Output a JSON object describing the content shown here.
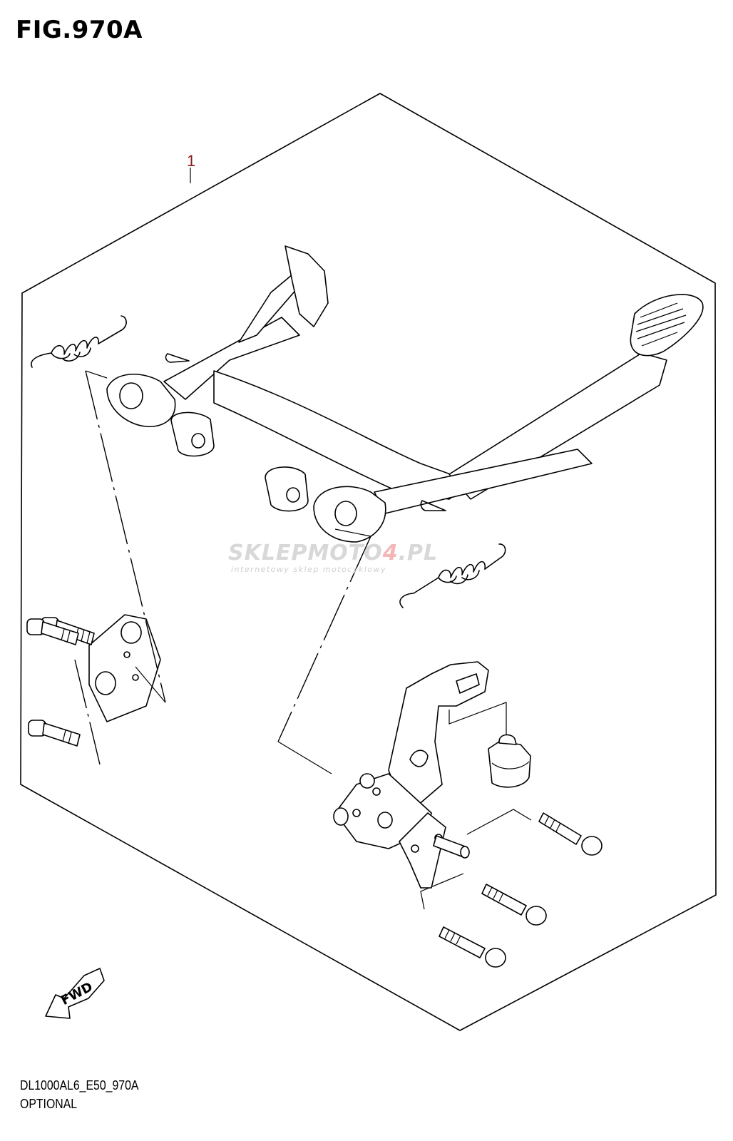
{
  "figure": {
    "title": "FIG.970A"
  },
  "callouts": [
    {
      "label": "1"
    }
  ],
  "watermark": {
    "brand_main": "SKLEPMOTO",
    "brand_accent": "4",
    "brand_suffix": ".PL",
    "tagline": "internetowy sklep motocyklowy"
  },
  "direction_marker": {
    "label": "FWD"
  },
  "footer": {
    "model_code": "DL1000AL6_E50_970A",
    "category": "OPTIONAL"
  },
  "colors": {
    "line": "#000000",
    "callout": "#8b1a1a",
    "watermark_gray": "#d8d8d8",
    "watermark_red": "#f3b7b7"
  }
}
